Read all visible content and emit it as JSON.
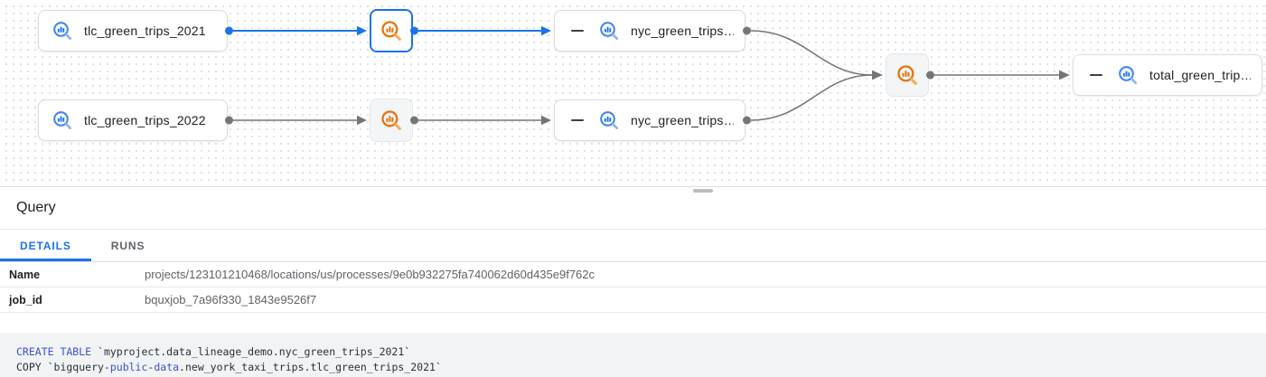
{
  "colors": {
    "accent_blue": "#1a73e8",
    "edge_gray": "#757575",
    "bigquery_blue": "#4285f4",
    "process_orange": "#e8710a",
    "sql_keyword_blue": "#4050d4",
    "code_background": "#f1f3f4"
  },
  "graph": {
    "nodes": {
      "tlc2021": "tlc_green_trips_2021",
      "tlc2022": "tlc_green_trips_2022",
      "nyc1": "nyc_green_trips…",
      "nyc2": "nyc_green_trips…",
      "total": "total_green_trip…"
    },
    "edges": [
      {
        "from": "tlc_green_trips_2021",
        "to": "process-selected",
        "color": "blue"
      },
      {
        "from": "process-selected",
        "to": "nyc_green_trips_2021",
        "color": "blue"
      },
      {
        "from": "tlc_green_trips_2022",
        "to": "process-2",
        "color": "gray"
      },
      {
        "from": "process-2",
        "to": "nyc_green_trips_2022",
        "color": "gray"
      },
      {
        "from": "nyc_green_trips_2021",
        "to": "process-merge",
        "color": "gray"
      },
      {
        "from": "nyc_green_trips_2022",
        "to": "process-merge",
        "color": "gray"
      },
      {
        "from": "process-merge",
        "to": "total_green_trips",
        "color": "gray"
      }
    ]
  },
  "panel": {
    "title": "Query",
    "tabs": {
      "details": "DETAILS",
      "runs": "RUNS"
    },
    "fields": {
      "name_label": "Name",
      "name_value": "projects/123101210468/locations/us/processes/9e0b932275fa740062d60d435e9f762c",
      "jobid_label": "job_id",
      "jobid_value": "bquxjob_7a96f330_1843e9526f7"
    },
    "code": {
      "kw_create": "CREATE TABLE",
      "line1_rest": " `myproject.data_lineage_demo.nyc_green_trips_2021`",
      "line2_pre": "COPY `bigquery-",
      "kw_public": "public",
      "dash": "-",
      "kw_data": "data",
      "line2_rest": ".new_york_taxi_trips.tlc_green_trips_2021`"
    }
  }
}
